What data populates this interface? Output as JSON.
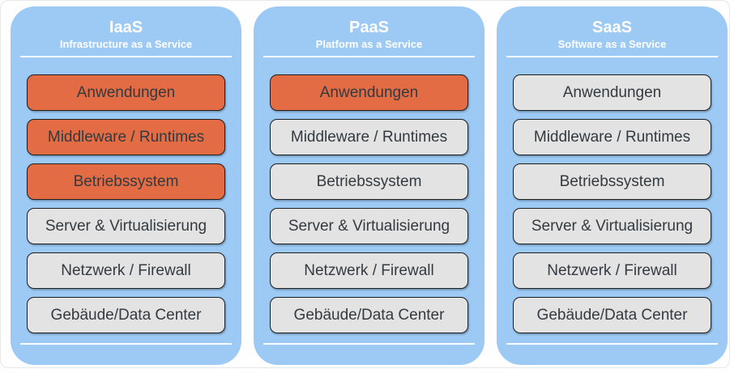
{
  "colors": {
    "panel_background": "#9CCAF5",
    "user_managed_fill": "#E36C45",
    "provider_managed_fill": "#E3E3E3",
    "box_border": "#1F1F1F",
    "box_text": "#333A40",
    "header_text": "#FFFFFF"
  },
  "panels": [
    {
      "title": "IaaS",
      "subtitle": "Infrastructure as a Service",
      "layers": [
        {
          "label": "Anwendungen",
          "state": "managed"
        },
        {
          "label": "Middleware / Runtimes",
          "state": "managed"
        },
        {
          "label": "Betriebssystem",
          "state": "managed"
        },
        {
          "label": "Server & Virtualisierung",
          "state": "provider"
        },
        {
          "label": "Netzwerk / Firewall",
          "state": "provider"
        },
        {
          "label": "Gebäude/Data Center",
          "state": "provider"
        }
      ]
    },
    {
      "title": "PaaS",
      "subtitle": "Platform as a Service",
      "layers": [
        {
          "label": "Anwendungen",
          "state": "managed"
        },
        {
          "label": "Middleware / Runtimes",
          "state": "provider"
        },
        {
          "label": "Betriebssystem",
          "state": "provider"
        },
        {
          "label": "Server & Virtualisierung",
          "state": "provider"
        },
        {
          "label": "Netzwerk / Firewall",
          "state": "provider"
        },
        {
          "label": "Gebäude/Data Center",
          "state": "provider"
        }
      ]
    },
    {
      "title": "SaaS",
      "subtitle": "Software as a Service",
      "layers": [
        {
          "label": "Anwendungen",
          "state": "provider"
        },
        {
          "label": "Middleware / Runtimes",
          "state": "provider"
        },
        {
          "label": "Betriebssystem",
          "state": "provider"
        },
        {
          "label": "Server & Virtualisierung",
          "state": "provider"
        },
        {
          "label": "Netzwerk / Firewall",
          "state": "provider"
        },
        {
          "label": "Gebäude/Data Center",
          "state": "provider"
        }
      ]
    }
  ]
}
